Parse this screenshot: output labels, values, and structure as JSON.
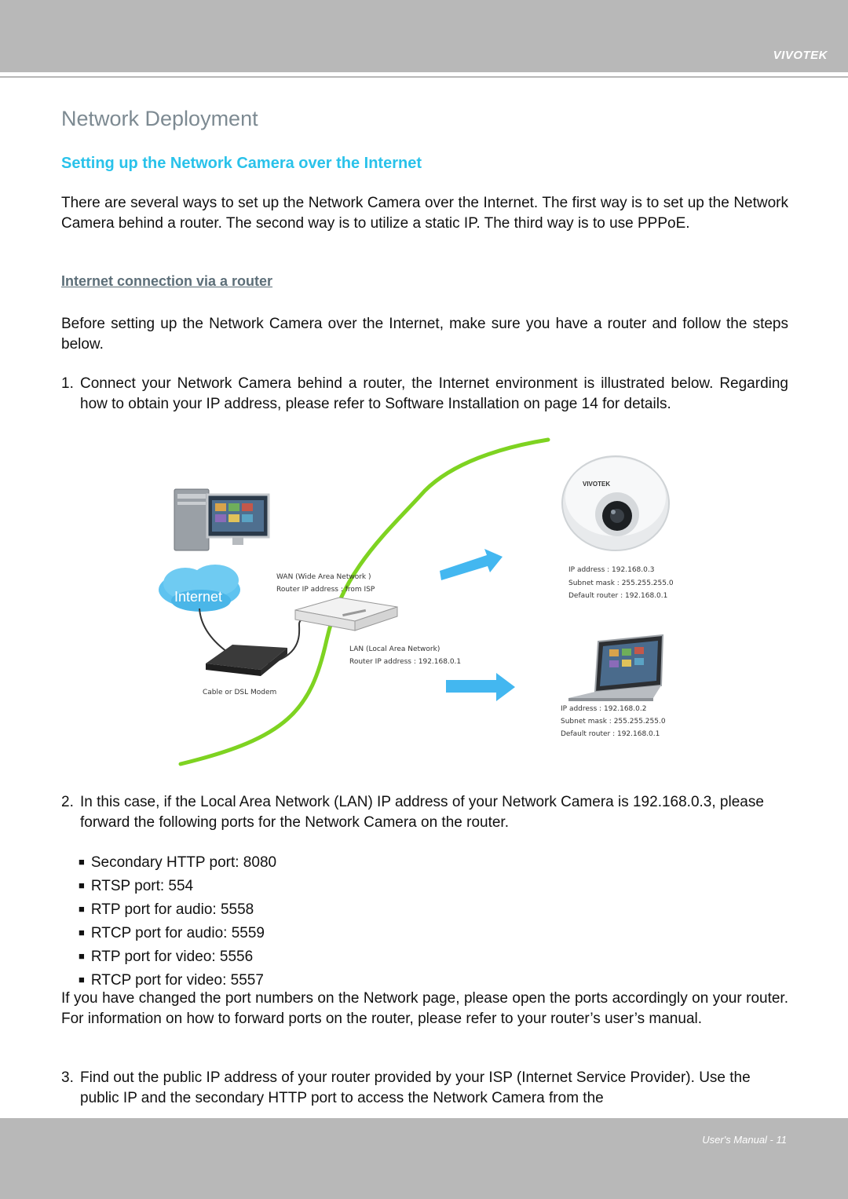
{
  "header": {
    "brand": "VIVOTEK"
  },
  "title": "Network Deployment",
  "section_heading": "Setting up the Network Camera over the Internet",
  "intro": "There are several ways to set up the Network Camera over the Internet. The first way is to set up the Network Camera behind a router. The second way is to utilize a static IP. The third way is to use PPPoE.",
  "subheading": "Internet connection via a router",
  "before_text": "Before setting up the Network Camera over the Internet, make sure you have a router and follow the steps below.",
  "step1": {
    "num": "1.",
    "text": "Connect your Network Camera behind a router, the Internet environment is illustrated below. Regarding how to obtain your IP address, please refer to Software Installation on page 14 for details."
  },
  "diagram": {
    "internet_label": "Internet",
    "camera_brand": "VIVOTEK",
    "wan_label": "WAN (Wide Area Network )",
    "wan_router_ip": "Router IP address : from ISP",
    "lan_label": "LAN (Local Area Network)",
    "lan_router_ip": "Router IP address : 192.168.0.1",
    "modem_label": "Cable or DSL Modem",
    "camera_ip": "IP address : 192.168.0.3",
    "camera_mask": "Subnet mask : 255.255.255.0",
    "camera_router": "Default router : 192.168.0.1",
    "laptop_ip": "IP address : 192.168.0.2",
    "laptop_mask": "Subnet mask : 255.255.255.0",
    "laptop_router": "Default router : 192.168.0.1"
  },
  "step2": {
    "num": "2.",
    "text": "In this case, if the Local Area Network (LAN) IP address of your Network Camera is 192.168.0.3, please forward the following ports for the Network Camera on the router."
  },
  "ports": [
    "Secondary HTTP port: 8080",
    "RTSP port: 554",
    "RTP port for audio: 5558",
    "RTCP port for audio: 5559",
    "RTP port for video: 5556",
    "RTCP port for video: 5557"
  ],
  "bullet_symbol": "■",
  "after_ports": "If you have changed the port numbers on the Network page, please open the ports accordingly on your router. For information on how to forward ports on the router, please refer to your router’s user’s manual.",
  "step3": {
    "num": "3.",
    "text": "Find out the public IP address of your router provided by your ISP (Internet Service Provider). Use the public IP and the secondary HTTP port to access the Network Camera from the"
  },
  "footer": {
    "text": "User's Manual - 11"
  }
}
